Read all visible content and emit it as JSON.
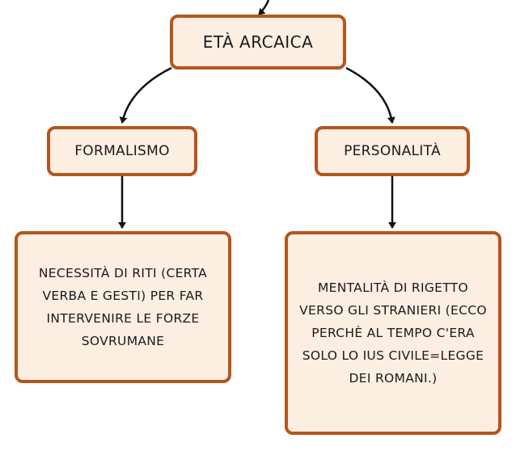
{
  "diagram": {
    "root": {
      "label": "ETÀ ARCAICA"
    },
    "branches": [
      {
        "label": "FORMALISMO",
        "detail": "NECESSITÀ DI RITI (CERTA VERBA E GESTI) PER FAR INTERVENIRE LE FORZE SOVRUMANE"
      },
      {
        "label": "PERSONALITÀ",
        "detail": "MENTALITÀ DI RIGETTO VERSO GLI STRANIERI (ECCO PERCHÈ AL TEMPO C'ERA SOLO LO IUS CIVILE=LEGGE DEI ROMANI.)"
      }
    ]
  },
  "colors": {
    "node_fill": "#fdeee2",
    "node_border": "#b5551c",
    "connector": "#111111",
    "text": "#1a1a1a"
  }
}
